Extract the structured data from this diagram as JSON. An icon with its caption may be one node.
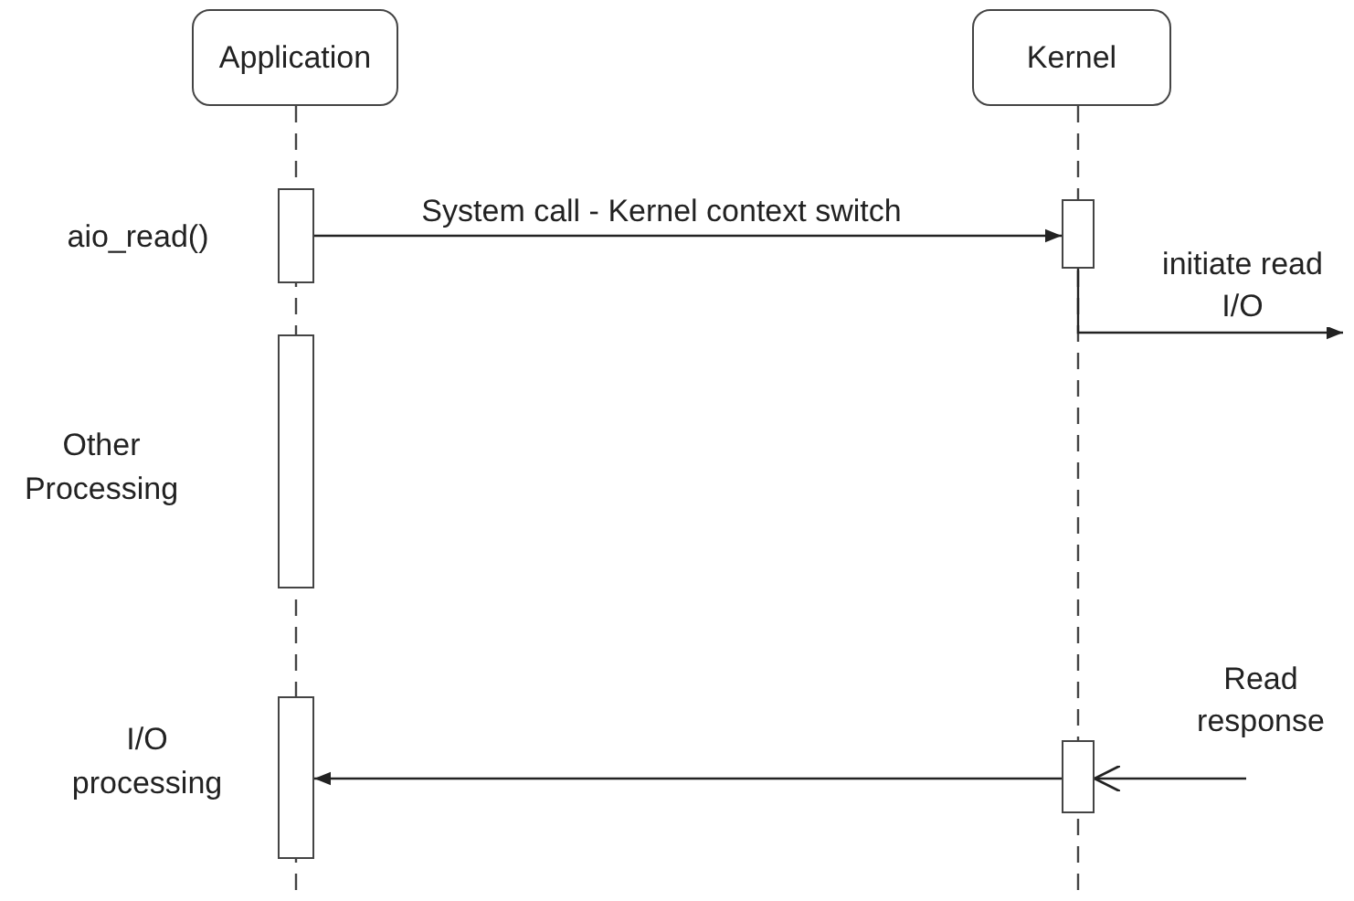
{
  "diagram": {
    "nodes": [
      {
        "text": [
          "Application"
        ]
      },
      {
        "text": [
          "Kernel"
        ]
      },
      {
        "text": [],
        "shape": "bar",
        "beside": [
          "aio_read()"
        ]
      },
      {
        "text": [],
        "shape": "bar",
        "beside": [
          "Other Processing"
        ]
      },
      {
        "text": [],
        "shape": "bar",
        "beside": [
          "I/O processing"
        ]
      },
      {
        "text": [],
        "shape": "bar"
      },
      {
        "text": [],
        "shape": "bar"
      }
    ],
    "edges": [
      {
        "from": 2,
        "to": 5,
        "arrow": "to",
        "label": "System call - Kernel context switch"
      },
      {
        "from": 5,
        "to": null,
        "arrow": "to",
        "label": "initiate read I/O"
      },
      {
        "from": null,
        "to": 6,
        "arrow": "to",
        "label": "Read response"
      },
      {
        "from": 6,
        "to": 4,
        "arrow": "to"
      }
    ]
  }
}
